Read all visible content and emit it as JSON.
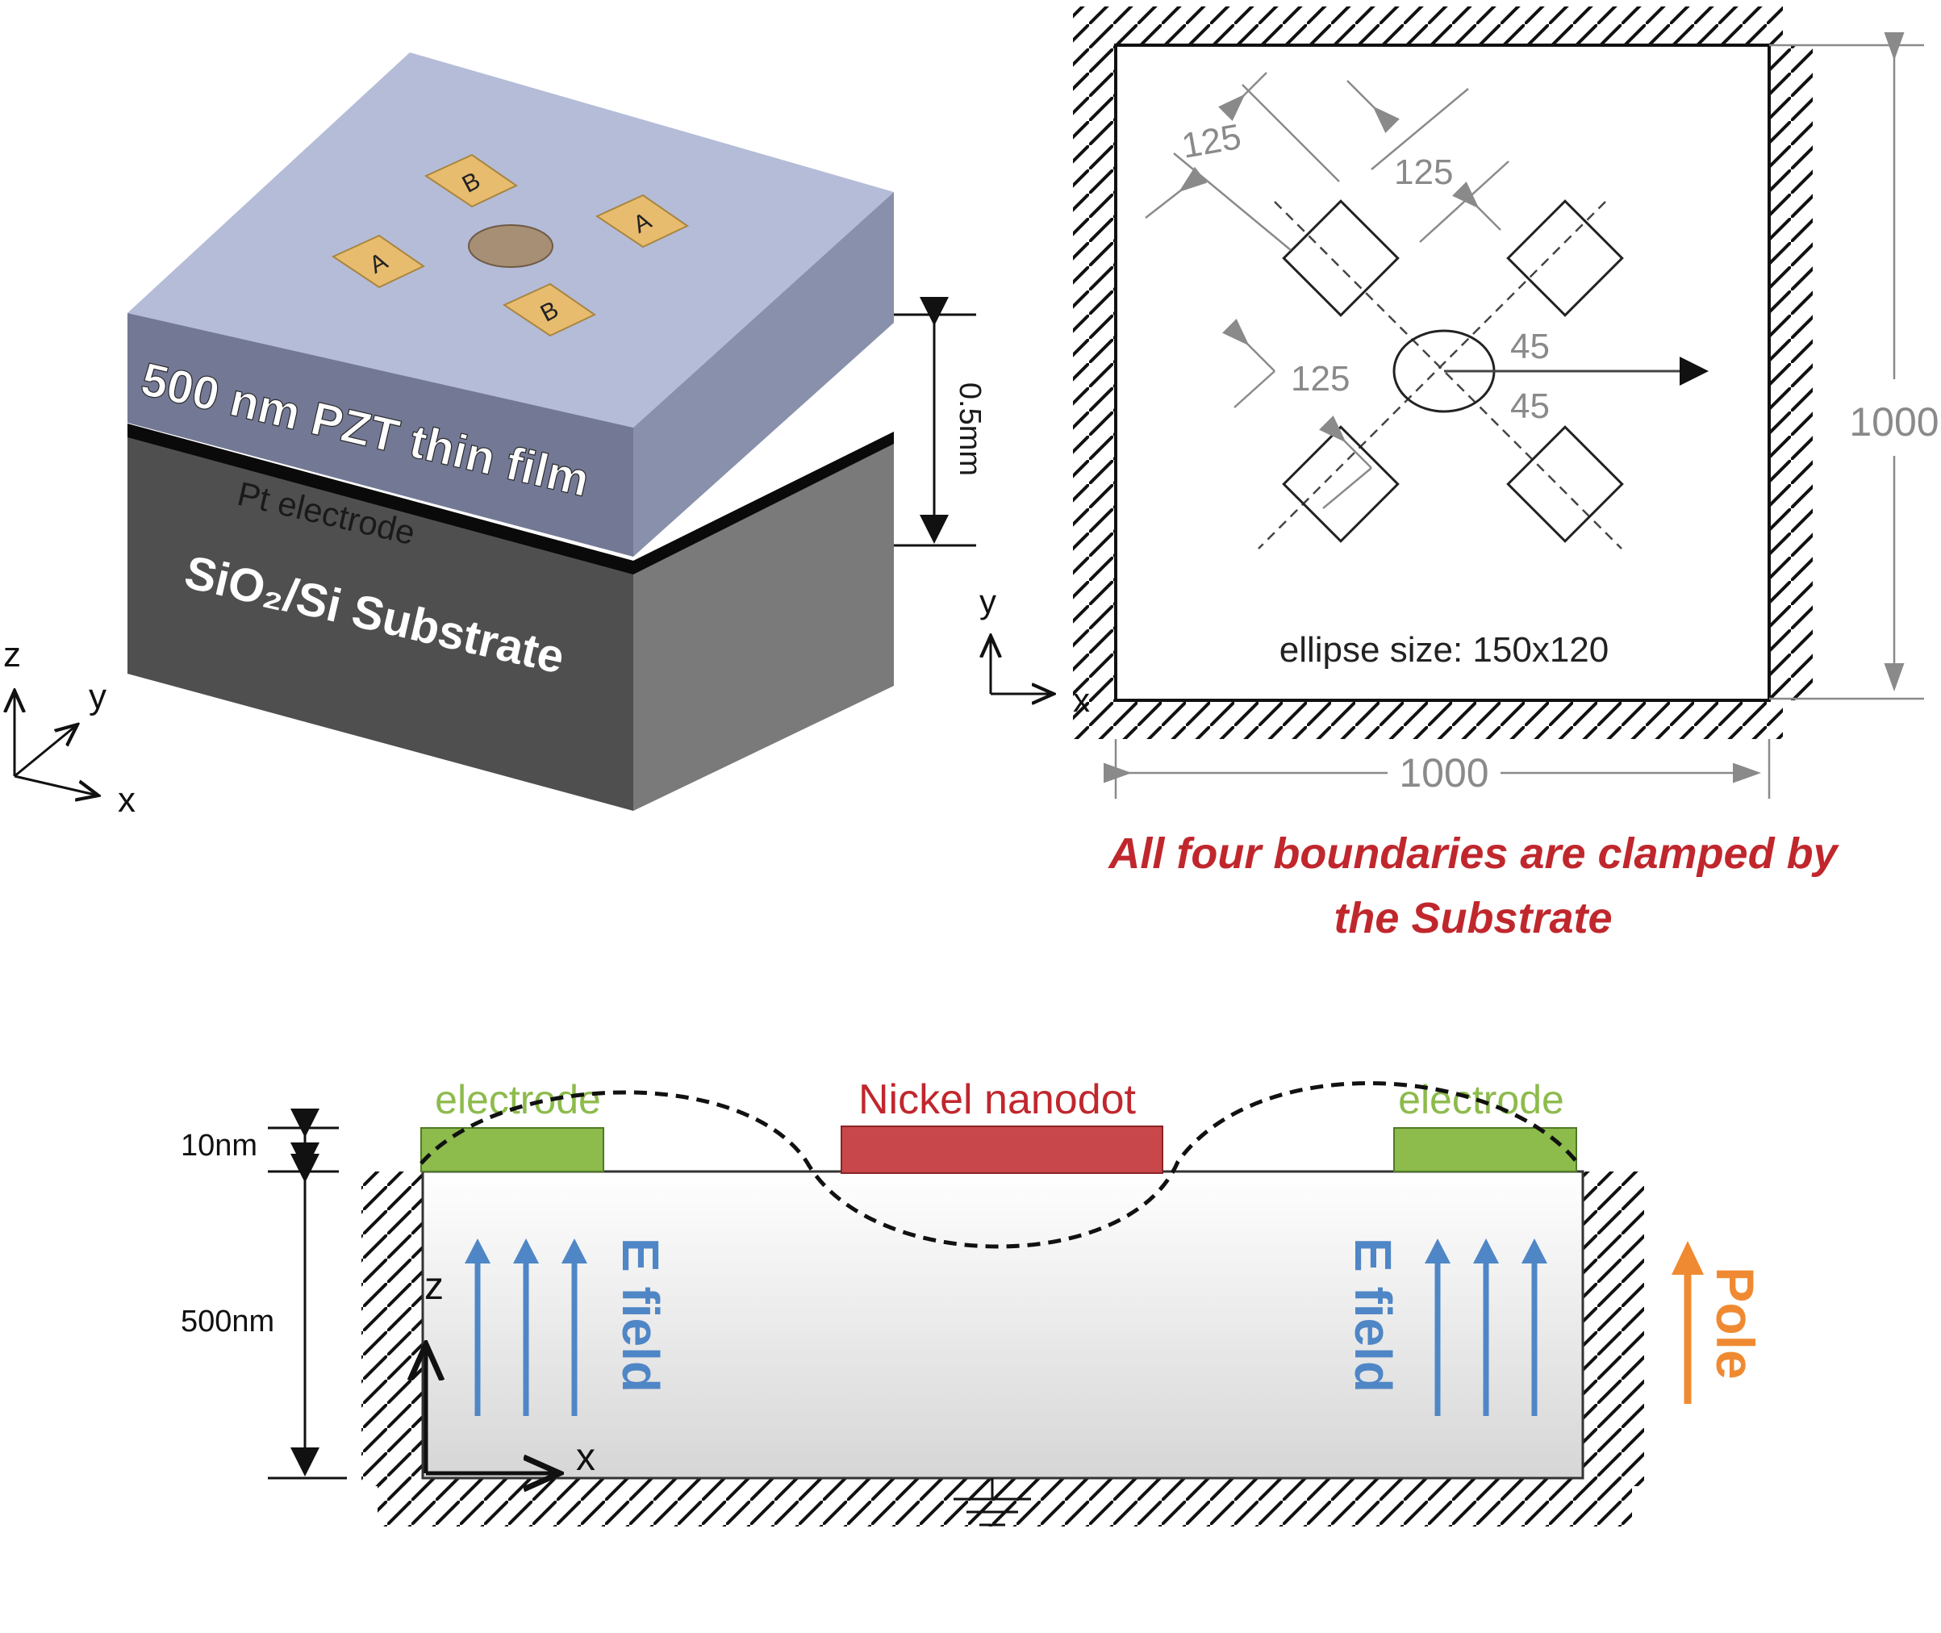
{
  "panel_3d": {
    "film_label": "500 nm PZT thin film",
    "electrode_label": "Pt electrode",
    "substrate_label": "SiO₂/Si Substrate",
    "thickness_label": "0.5mm",
    "pad_labels": [
      "B",
      "A",
      "A",
      "B"
    ],
    "axes": {
      "z": "z",
      "y": "y",
      "x": "x"
    },
    "colors": {
      "film_top": "#b4bcd8",
      "film_side": "#6f7590",
      "substrate_front": "#4f4f4f",
      "substrate_side": "#7a7a7a",
      "pad": "#e7bc6e",
      "dot": "#a68f74"
    }
  },
  "panel_top": {
    "dim_125_a": "125",
    "dim_125_b": "125",
    "dim_125_c": "125",
    "angle_45_a": "45",
    "angle_45_b": "45",
    "width_label": "1000",
    "height_label": "1000",
    "ellipse_note": "ellipse size: 150x120",
    "axes": {
      "y": "y",
      "x": "x"
    },
    "caption_line1": "All four boundaries are clamped by",
    "caption_line2": "the Substrate",
    "colors": {
      "caption": "#c0272d",
      "dimension": "#8a8a8a"
    }
  },
  "panel_cross": {
    "electrode_left": "electrode",
    "electrode_right": "electrode",
    "nanodot_label": "Nickel nanodot",
    "dim_10nm": "10nm",
    "dim_500nm": "500nm",
    "efield_left": "E field",
    "efield_right": "E field",
    "pole_label": "Pole",
    "axes": {
      "z": "z",
      "x": "x"
    },
    "colors": {
      "electrode": "#8dbb4c",
      "nanodot": "#c7474a",
      "efield": "#4f86c6",
      "pole": "#f08a32",
      "film": "#e4e4e4"
    }
  }
}
